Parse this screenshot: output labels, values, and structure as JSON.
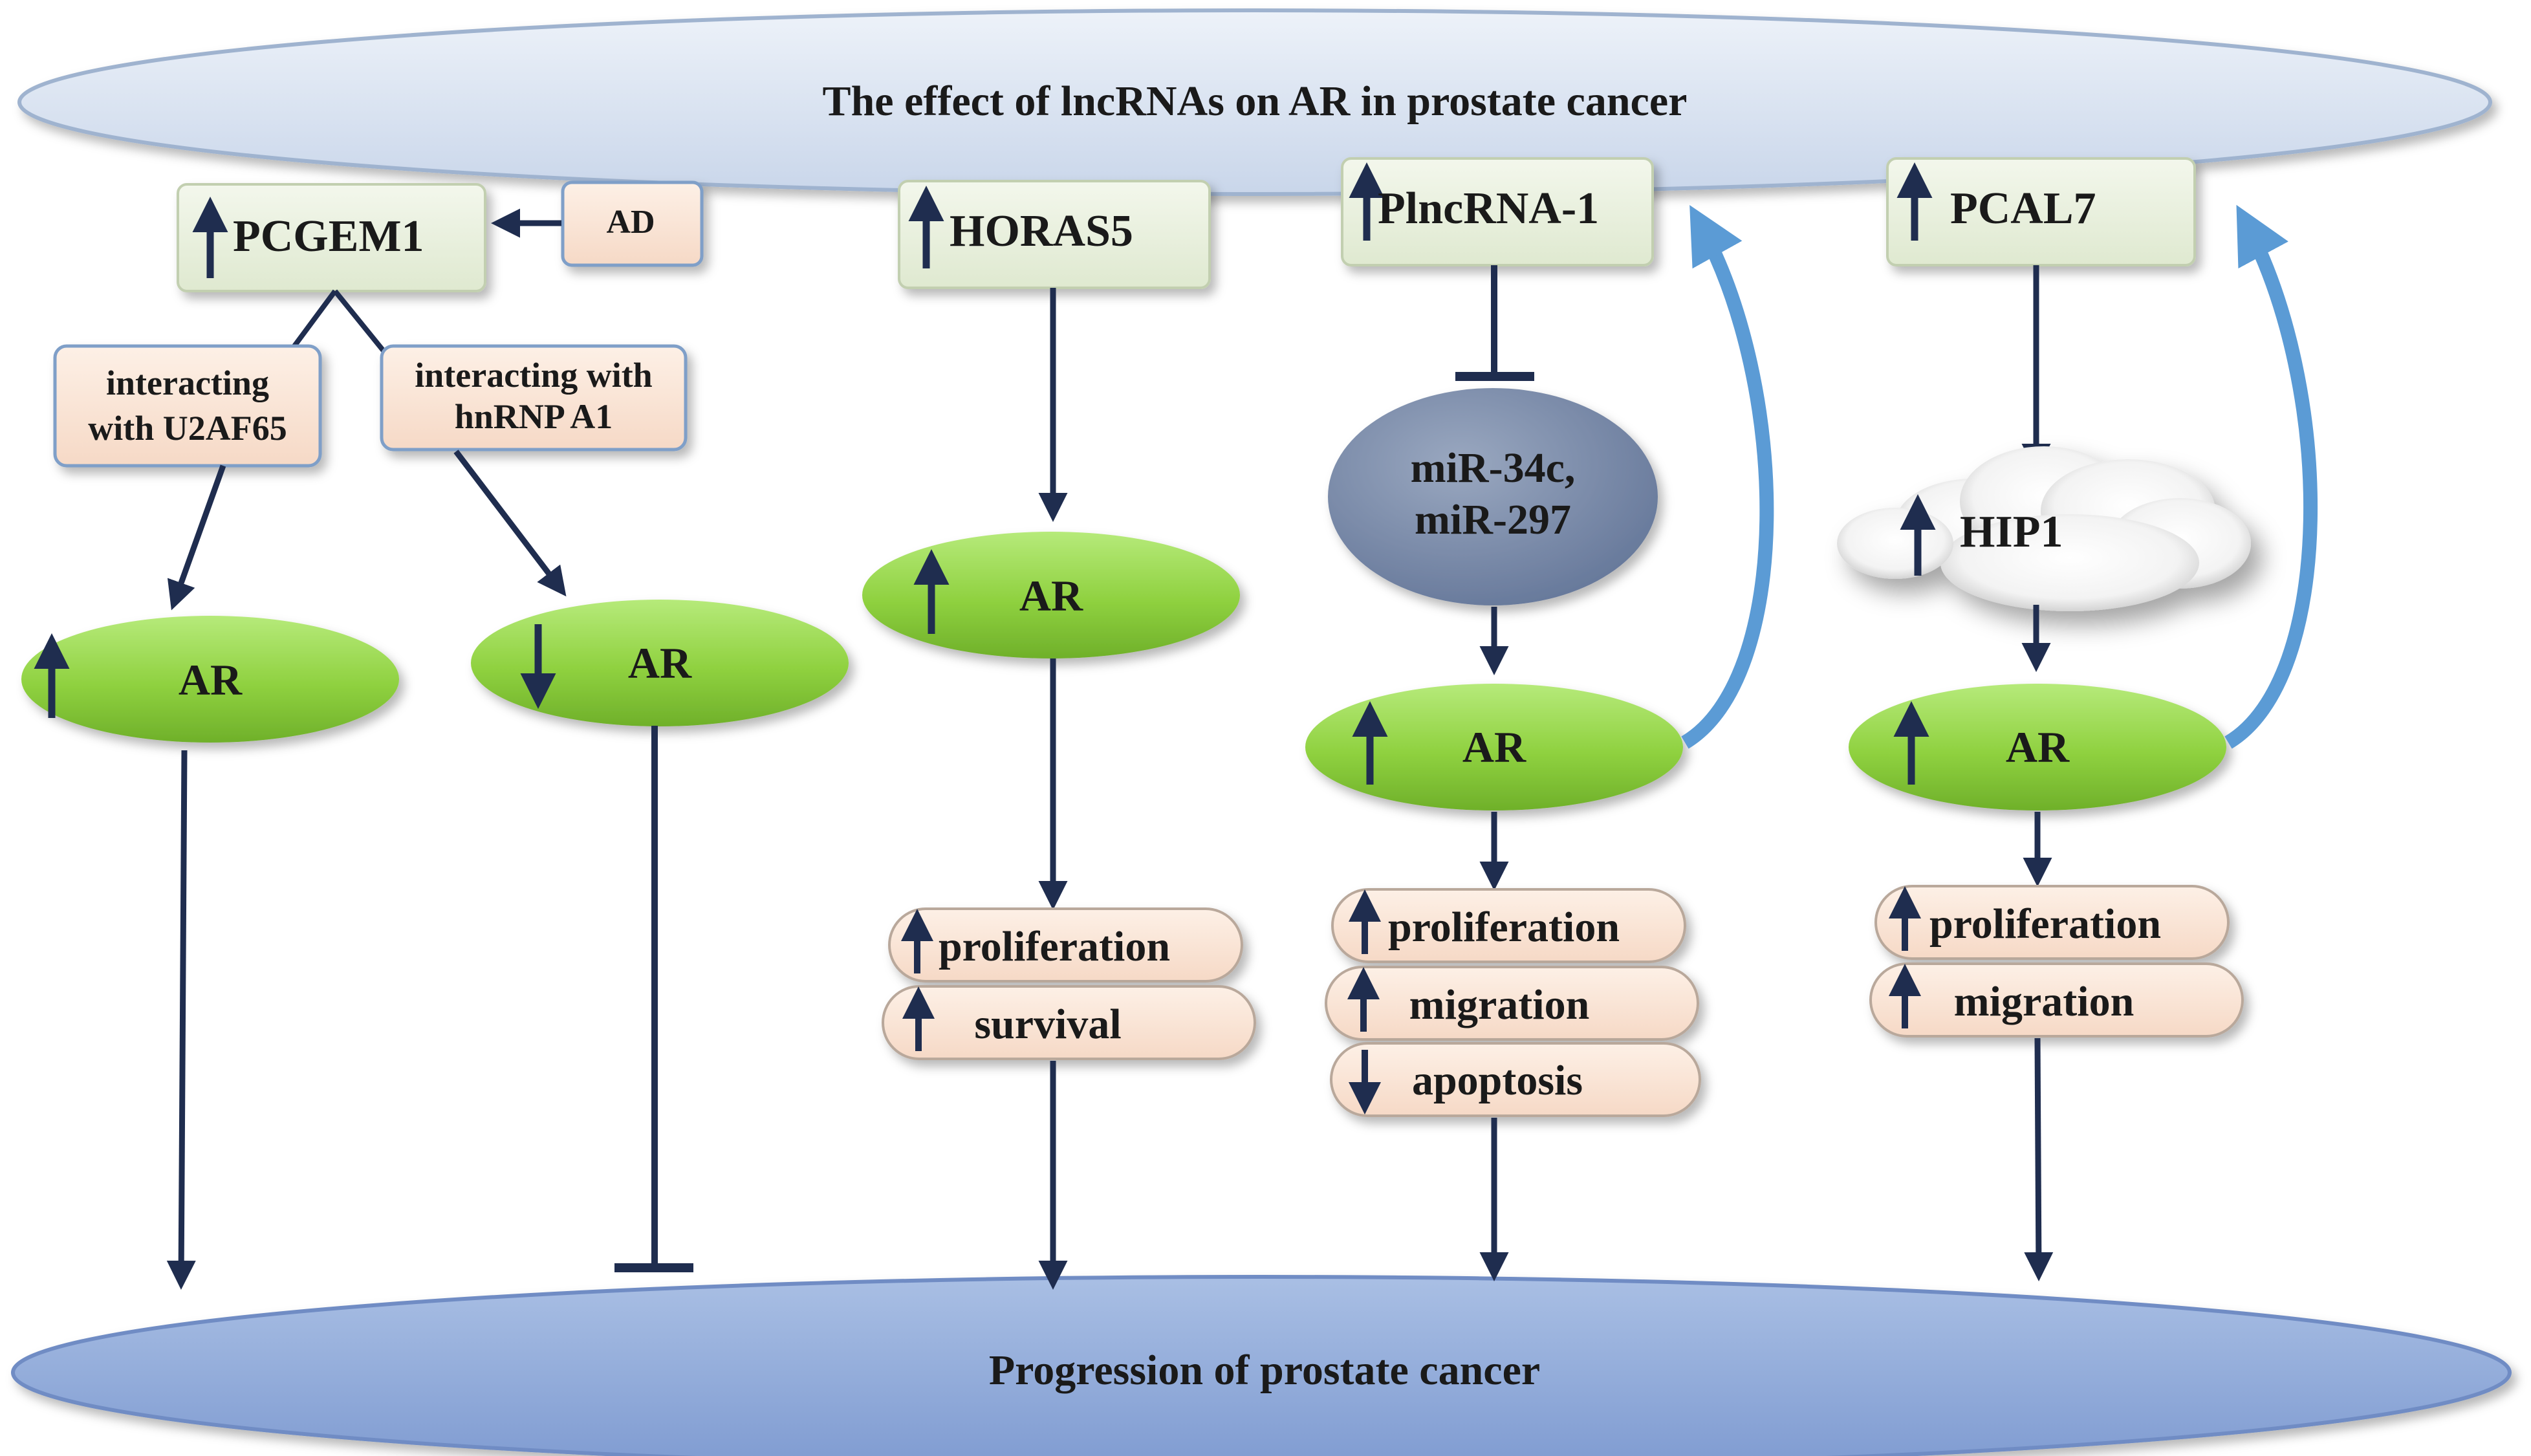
{
  "title": "The effect of lncRNAs  on AR in prostate cancer",
  "bottom_label": "Progression of prostate cancer",
  "lncrnas": {
    "pcgem1": "PCGEM1",
    "ad": "AD",
    "horas5": "HORAS5",
    "plncrna1": "PlncRNA-1",
    "pcal7": "PCAL7"
  },
  "interactions": {
    "u2af65_line1": "interacting",
    "u2af65_line2": "with U2AF65",
    "hnrnp_line1": "interacting with",
    "hnrnp_line2": "hnRNP A1"
  },
  "mirna": {
    "line1": "miR-34c,",
    "line2": "miR-297"
  },
  "hip1": "HIP1",
  "ar_label": "AR",
  "outcomes": {
    "proliferation": "proliferation",
    "survival": "survival",
    "migration": "migration",
    "apoptosis": "apoptosis"
  },
  "colors": {
    "title_ellipse": "#dce6f1",
    "bottom_ellipse": "#8ea9db",
    "lnc_box": "#e8f0dc",
    "peach_box": "#fbe3d4",
    "ar_green": "#8fd13f",
    "mirna": "#7d8da8",
    "arrow_dark": "#1f2d4f",
    "feedback_blue": "#5b9bd5"
  },
  "icons": [
    "up-arrow-icon",
    "down-arrow-icon",
    "cloud-shape"
  ]
}
